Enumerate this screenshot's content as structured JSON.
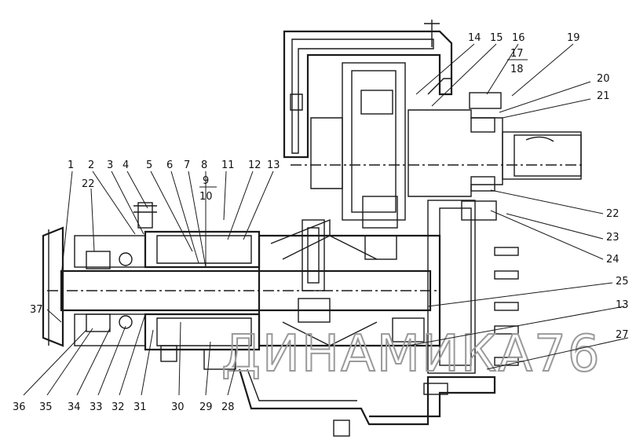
{
  "watermark": "ДИНАМИКА76",
  "callouts_left_top": [
    "1",
    "2",
    "3",
    "4",
    "22",
    "5",
    "6",
    "7",
    "8",
    "9",
    "10",
    "11",
    "12",
    "13"
  ],
  "callouts_top_right": [
    "14",
    "15",
    "16",
    "17",
    "18",
    "19",
    "20",
    "21"
  ],
  "callouts_right": [
    "22",
    "23",
    "24",
    "25",
    "13",
    "27"
  ],
  "callouts_bottom": [
    "36",
    "35",
    "34",
    "33",
    "32",
    "31",
    "30",
    "29",
    "28"
  ],
  "callout_far_left": "37",
  "colors": {
    "ink": "#1a1a1a",
    "watermark": "#9a9a9a",
    "background": "#ffffff"
  }
}
